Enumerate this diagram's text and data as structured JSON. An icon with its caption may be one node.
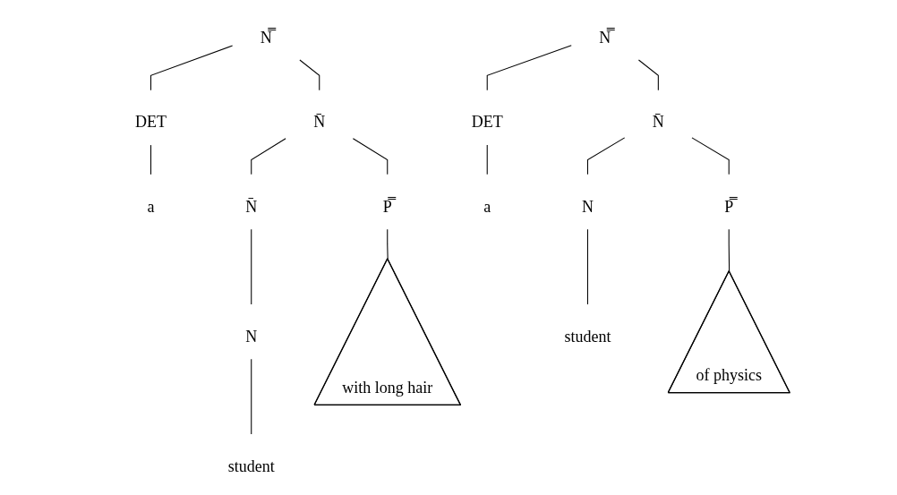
{
  "diagram": {
    "nodes": [
      {
        "text": [
          "N̿"
        ]
      },
      {
        "text": [
          "DET"
        ]
      },
      {
        "text": [
          "N̄"
        ]
      },
      {
        "text": [
          "a"
        ]
      },
      {
        "text": [
          "N̄"
        ]
      },
      {
        "text": [
          "P̿"
        ]
      },
      {
        "text": [
          "N"
        ]
      },
      {
        "text": [
          "with long hair"
        ]
      },
      {
        "text": [
          "student"
        ]
      },
      {
        "text": [
          "N̿"
        ]
      },
      {
        "text": [
          "DET"
        ]
      },
      {
        "text": [
          "N̄"
        ]
      },
      {
        "text": [
          "a"
        ]
      },
      {
        "text": [
          "N"
        ]
      },
      {
        "text": [
          "P̿"
        ]
      },
      {
        "text": [
          "student"
        ]
      },
      {
        "text": [
          "of physics"
        ]
      }
    ],
    "edges": [
      {
        "from": 0,
        "to": 1,
        "arrow": "none"
      },
      {
        "from": 0,
        "to": 2,
        "arrow": "none"
      },
      {
        "from": 1,
        "to": 3,
        "arrow": "none"
      },
      {
        "from": 2,
        "to": 4,
        "arrow": "none"
      },
      {
        "from": 2,
        "to": 5,
        "arrow": "none"
      },
      {
        "from": 4,
        "to": 6,
        "arrow": "none"
      },
      {
        "from": 5,
        "to": 7,
        "arrow": "none"
      },
      {
        "from": 6,
        "to": 8,
        "arrow": "none"
      },
      {
        "from": 9,
        "to": 10,
        "arrow": "none"
      },
      {
        "from": 9,
        "to": 11,
        "arrow": "none"
      },
      {
        "from": 10,
        "to": 12,
        "arrow": "none"
      },
      {
        "from": 11,
        "to": 13,
        "arrow": "none"
      },
      {
        "from": 11,
        "to": 14,
        "arrow": "none"
      },
      {
        "from": 13,
        "to": 15,
        "arrow": "none"
      },
      {
        "from": 14,
        "to": 16,
        "arrow": "none"
      }
    ]
  }
}
